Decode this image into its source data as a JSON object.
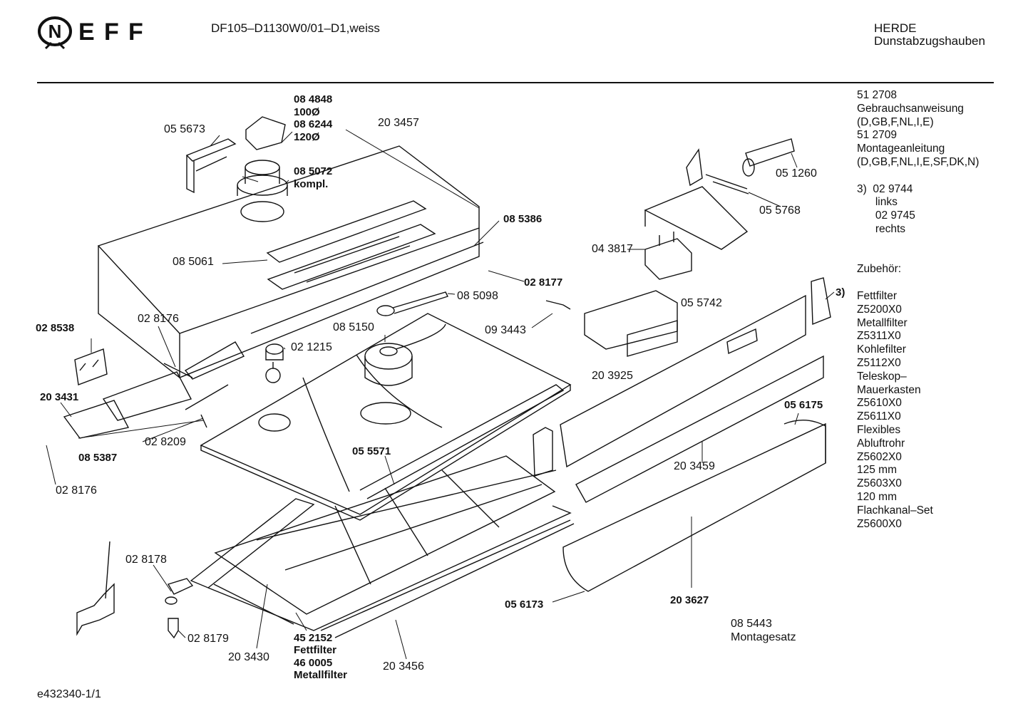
{
  "header": {
    "brand_letters": [
      "E",
      "F",
      "F"
    ],
    "model": "DF105–D1130W0/01–D1,weiss",
    "category_line1": "HERDE",
    "category_line2": "Dunstabzugshauben"
  },
  "part_labels": [
    {
      "id": "p1",
      "text": "08 4848",
      "bold": true
    },
    {
      "id": "p2",
      "text": "100Ø",
      "bold": true
    },
    {
      "id": "p3",
      "text": "08 6244",
      "bold": true
    },
    {
      "id": "p4",
      "text": "120Ø",
      "bold": true
    },
    {
      "id": "p5",
      "text": "05 5673",
      "bold": false
    },
    {
      "id": "p6",
      "text": "20 3457",
      "bold": false
    },
    {
      "id": "p7",
      "text": "08 5072",
      "bold": true
    },
    {
      "id": "p8",
      "text": "kompl.",
      "bold": true
    },
    {
      "id": "p9",
      "text": "08 5386",
      "bold": true
    },
    {
      "id": "p10",
      "text": "08 5061",
      "bold": false
    },
    {
      "id": "p11",
      "text": "02 8177",
      "bold": true
    },
    {
      "id": "p12",
      "text": "08 5098",
      "bold": false
    },
    {
      "id": "p13",
      "text": "09 3443",
      "bold": false
    },
    {
      "id": "p14",
      "text": "05 5742",
      "bold": false
    },
    {
      "id": "p15",
      "text": "02 8176",
      "bold": false
    },
    {
      "id": "p16",
      "text": "02 8538",
      "bold": true
    },
    {
      "id": "p17",
      "text": "08 5150",
      "bold": false
    },
    {
      "id": "p18",
      "text": "02 1215",
      "bold": false
    },
    {
      "id": "p19",
      "text": "20 3431",
      "bold": true
    },
    {
      "id": "p20",
      "text": "02 8209",
      "bold": false
    },
    {
      "id": "p21",
      "text": "08 5387",
      "bold": true
    },
    {
      "id": "p22",
      "text": "02 8176",
      "bold": false
    },
    {
      "id": "p23",
      "text": "05 5571",
      "bold": true
    },
    {
      "id": "p24",
      "text": "20 3925",
      "bold": false
    },
    {
      "id": "p25",
      "text": "05 6175",
      "bold": true
    },
    {
      "id": "p26",
      "text": "20 3459",
      "bold": false
    },
    {
      "id": "p27",
      "text": "02 8178",
      "bold": false
    },
    {
      "id": "p28",
      "text": "02 8179",
      "bold": false
    },
    {
      "id": "p29",
      "text": "20 3430",
      "bold": false
    },
    {
      "id": "p30",
      "text": "45 2152",
      "bold": true
    },
    {
      "id": "p31",
      "text": "Fettfilter",
      "bold": true
    },
    {
      "id": "p32",
      "text": "46 0005",
      "bold": true
    },
    {
      "id": "p33",
      "text": "Metallfilter",
      "bold": true
    },
    {
      "id": "p34",
      "text": "20 3456",
      "bold": false
    },
    {
      "id": "p35",
      "text": "05 6173",
      "bold": true
    },
    {
      "id": "p36",
      "text": "20 3627",
      "bold": true
    },
    {
      "id": "p37",
      "text": "08 5443",
      "bold": false
    },
    {
      "id": "p38",
      "text": "Montagesatz",
      "bold": false
    },
    {
      "id": "p39",
      "text": "04 3817",
      "bold": false
    },
    {
      "id": "p40",
      "text": "05 1260",
      "bold": false
    },
    {
      "id": "p41",
      "text": "05 5768",
      "bold": false
    },
    {
      "id": "p42",
      "text": "3)",
      "bold": true
    }
  ],
  "side_notes": [
    "51 2708",
    "Gebrauchsanweisung",
    "(D,GB,F,NL,I,E)",
    "51 2709",
    "Montageanleitung",
    "(D,GB,F,NL,I,E,SF,DK,N)",
    "",
    "3)  02 9744",
    "      links",
    "      02 9745",
    "      rechts",
    "",
    "",
    "Zubehör:",
    "",
    "Fettfilter",
    "Z5200X0",
    "Metallfilter",
    "Z5311X0",
    "Kohlefilter",
    "Z5112X0",
    "Teleskop–",
    "Mauerkasten",
    "Z5610X0",
    "Z5611X0",
    "Flexibles",
    "Abluftrohr",
    "Z5602X0",
    "125 mm",
    "Z5603X0",
    "120 mm",
    "Flachkanal–Set",
    "Z5600X0"
  ],
  "footer": {
    "code": "e432340-1/1"
  }
}
